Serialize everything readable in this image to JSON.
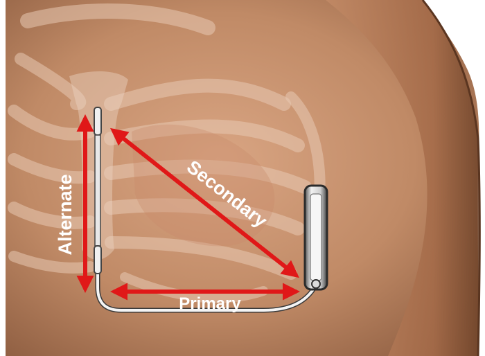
{
  "figure": {
    "labels": {
      "alternate": "Alternate",
      "secondary": "Secondary",
      "primary": "Primary"
    }
  },
  "colors": {
    "vector_arrows": "#e01818",
    "label_text": "#ffffff",
    "skin": "#b9815f",
    "background": "#ffffff"
  }
}
